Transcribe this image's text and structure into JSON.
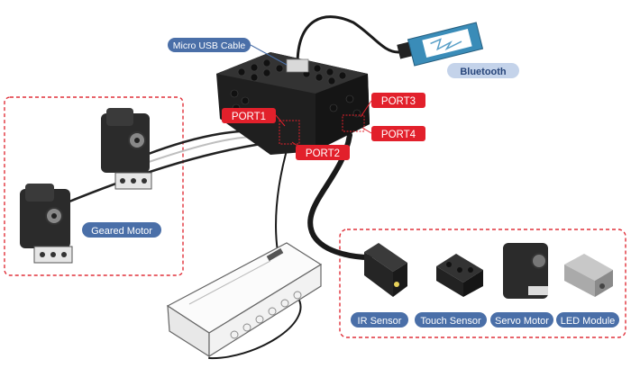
{
  "labels": {
    "micro_usb": "Micro USB Cable",
    "bluetooth": "Bluetooth",
    "port1": "PORT1",
    "port2": "PORT2",
    "port3": "PORT3",
    "port4": "PORT4",
    "geared_motor": "Geared Motor",
    "ir_sensor": "IR Sensor",
    "touch_sensor": "Touch Sensor",
    "servo_motor": "Servo Motor",
    "led_module": "LED Module"
  },
  "colors": {
    "port_red": "#e2202b",
    "pill_blue": "#4a6fa8",
    "bluetooth_fill": "#c4d3ea",
    "bluetooth_text": "#27457a",
    "dash_red": "#e0303a",
    "device_dark": "#2a2a2a",
    "cable": "#1a1a1a"
  }
}
